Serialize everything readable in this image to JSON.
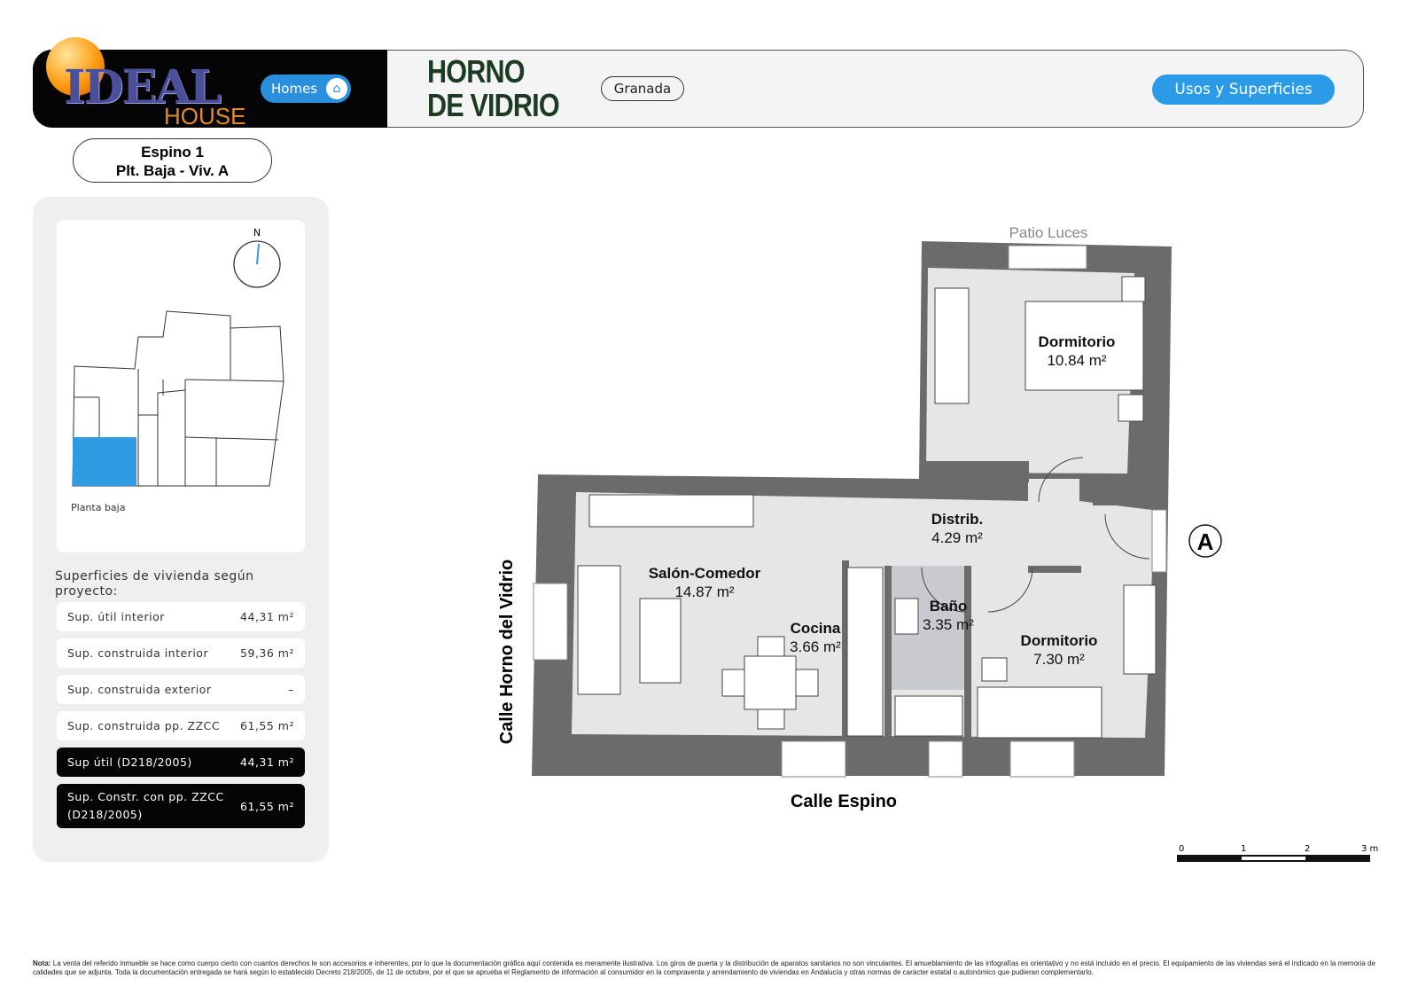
{
  "header": {
    "logo_text": "IDEAL",
    "logo_sub": "HOUSE",
    "homes_label": "Homes",
    "homes_icon": "home-icon",
    "brand_line1": "HORNO",
    "brand_line2": "DE VIDRIO",
    "city": "Granada",
    "usos_button": "Usos y Superficies"
  },
  "unit": {
    "line1": "Espino  1",
    "line2": "Plt. Baja - Viv. A"
  },
  "keyplan": {
    "north": "N",
    "floor_label": "Planta baja",
    "highlight_color": "#2e9be3"
  },
  "surfaces": {
    "title": "Superficies de vivienda según proyecto:",
    "rows": [
      {
        "label": "Sup. útil interior",
        "value": "44,31  m²"
      },
      {
        "label": "Sup. construida interior",
        "value": "59,36  m²"
      },
      {
        "label": "Sup. construida exterior",
        "value": "–"
      },
      {
        "label": "Sup. construida pp. ZZCC",
        "value": "61,55  m²"
      },
      {
        "label": "Sup útil (D218/2005)",
        "value": "44,31  m²"
      },
      {
        "label": "Sup. Constr. con pp. ZZCC (D218/2005)",
        "value": "61,55  m²"
      }
    ]
  },
  "plan": {
    "patio": "Patio Luces",
    "street_left": "Calle Horno del Vidrio",
    "street_bottom": "Calle Espino",
    "entrance": "A",
    "rooms": [
      {
        "name": "Dormitorio",
        "area": "10.84 m²"
      },
      {
        "name": "Distrib.",
        "area": "4.29 m²"
      },
      {
        "name": "Salón-Comedor",
        "area": "14.87 m²"
      },
      {
        "name": "Cocina",
        "area": "3.66 m²"
      },
      {
        "name": "Baño",
        "area": "3.35 m²"
      },
      {
        "name": "Dormitorio",
        "area": "7.30 m²"
      }
    ],
    "scale": [
      "0",
      "1",
      "2",
      "3 m"
    ]
  },
  "note": {
    "label": "Nota:",
    "text": " La venta del referido inmueble se hace como cuerpo cierto con cuantos derechos le son accesorios e inherentes, por lo que la documentación gráfica aquí contenida es meramente ilustrativa. Los giros de puerta y la distribución de aparatos sanitarios no son vinculantes. El amueblamiento de las infografías es orientativo y no está incluido en el precio. El equipamiento de las viviendas será el indicado en la memoria de calidades que se adjunta. Toda la documentación entregada se hará según lo establecido Decreto 218/2005, de 11 de octubre, por el que se aprueba el Reglamento de información al consumidor en la compraventa y arrendamiento de viviendas en Andalucía y otras normas de carácter estatal o autonómico que pudieran complementarlo."
  }
}
